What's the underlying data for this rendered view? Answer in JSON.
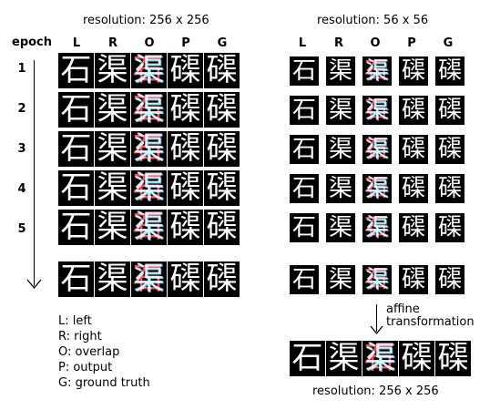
{
  "left_title": "resolution: 256 x 256",
  "right_title": "resolution: 56 x 56",
  "bottom_title": "resolution: 256 x 256",
  "epoch_label": "epoch",
  "columns": [
    "L",
    "R",
    "O",
    "P",
    "G"
  ],
  "epochs": [
    "1",
    "2",
    "3",
    "4",
    "5"
  ],
  "chars": {
    "L": "石",
    "R": "渠",
    "O": "渠",
    "P": "磲",
    "G": "磲"
  },
  "affine_label_1": "affine",
  "affine_label_2": "transformation",
  "legend": [
    "L: left",
    "R: right",
    "O: overlap",
    "P: output",
    "G: ground truth"
  ],
  "colors": {
    "tile_bg": "#000000",
    "glyph": "#ffffff",
    "overlap_red": "#ff4a5a",
    "overlap_cyan": "#3fc4e8"
  }
}
